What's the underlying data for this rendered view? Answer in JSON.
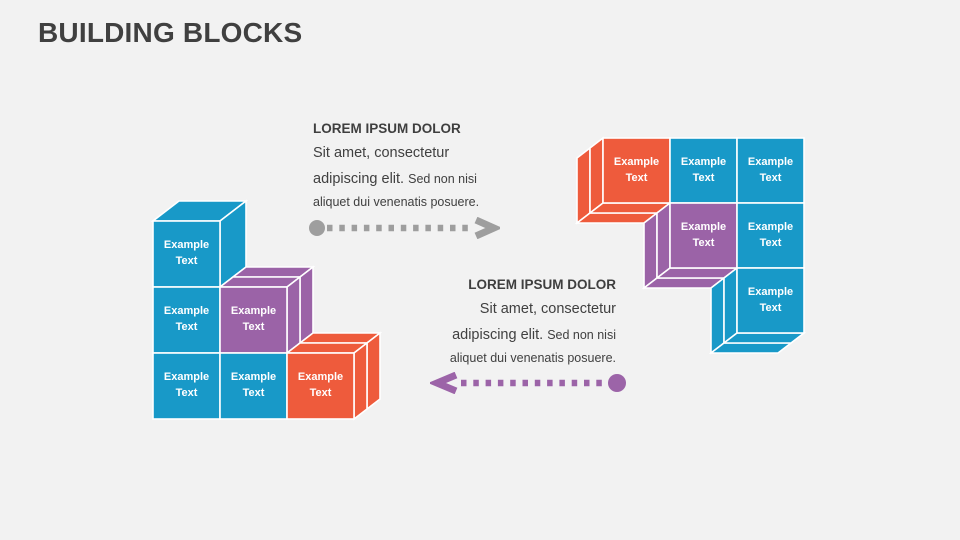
{
  "slide": {
    "title": "BUILDING BLOCKS",
    "background_color": "#F2F2F2"
  },
  "palette": {
    "blue": "#1899C8",
    "purple": "#9B63A7",
    "orange": "#EE5B3C",
    "text_dark": "#404040",
    "arrow_gray": "#9E9E9E",
    "arrow_purple": "#9C64A8",
    "cube_outline": "#FFFFFF"
  },
  "block_groups": {
    "left": {
      "shape": "staircase descending to the right, extruded up-right",
      "cubes": [
        {
          "label": "Example Text",
          "color": "#1899C8",
          "position": "top step"
        },
        {
          "label": "Example Text",
          "color": "#1899C8",
          "position": "middle row col 1"
        },
        {
          "label": "Example Text",
          "color": "#9B63A7",
          "position": "middle step"
        },
        {
          "label": "Example Text",
          "color": "#1899C8",
          "position": "bottom row col 1"
        },
        {
          "label": "Example Text",
          "color": "#1899C8",
          "position": "bottom row col 2"
        },
        {
          "label": "Example Text",
          "color": "#EE5B3C",
          "position": "bottom step"
        }
      ]
    },
    "right": {
      "shape": "inverted staircase, extruded down-left",
      "cubes": [
        {
          "label": "Example Text",
          "color": "#EE5B3C",
          "position": "top row col 1"
        },
        {
          "label": "Example Text",
          "color": "#1899C8",
          "position": "top row col 2"
        },
        {
          "label": "Example Text",
          "color": "#1899C8",
          "position": "top row col 3"
        },
        {
          "label": "Example Text",
          "color": "#9B63A7",
          "position": "middle row col 2"
        },
        {
          "label": "Example Text",
          "color": "#1899C8",
          "position": "middle row col 3"
        },
        {
          "label": "Example Text",
          "color": "#1899C8",
          "position": "bottom row col 3"
        }
      ]
    }
  },
  "callouts": [
    {
      "heading": "LOREM IPSUM DOLOR",
      "body_line1": "Sit amet, consectetur",
      "body_line2_large": "adipiscing elit.",
      "body_line2_small": "Sed non nisi",
      "body_line3": "aliquet dui venenatis posuere.",
      "arrow_direction": "right",
      "arrow_color": "#9E9E9E"
    },
    {
      "heading": "LOREM IPSUM DOLOR",
      "body_line1": "Sit amet, consectetur",
      "body_line2_large": "adipiscing elit.",
      "body_line2_small": "Sed non nisi",
      "body_line3": "aliquet dui venenatis posuere.",
      "arrow_direction": "left",
      "arrow_color": "#9C64A8"
    }
  ]
}
